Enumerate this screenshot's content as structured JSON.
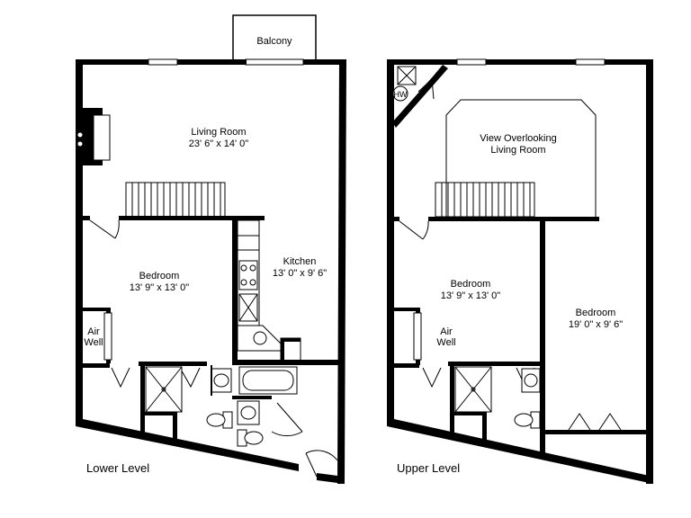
{
  "lower": {
    "balcony": "Balcony",
    "living_room": {
      "name": "Living Room",
      "dims": "23' 6\" x 14' 0\""
    },
    "kitchen": {
      "name": "Kitchen",
      "dims": "13' 0\" x 9' 6\""
    },
    "bedroom": {
      "name": "Bedroom",
      "dims": "13' 9\" x 13' 0\""
    },
    "air_well": {
      "line1": "Air",
      "line2": "Well"
    },
    "level_label": "Lower Level"
  },
  "upper": {
    "water_heater": "HW",
    "view": {
      "line1": "View Overlooking",
      "line2": "Living Room"
    },
    "bedroom1": {
      "name": "Bedroom",
      "dims": "13' 9\" x 13' 0\""
    },
    "bedroom2": {
      "name": "Bedroom",
      "dims": "19' 0\" x 9' 6\""
    },
    "air_well": {
      "line1": "Air",
      "line2": "Well"
    },
    "level_label": "Upper Level"
  }
}
